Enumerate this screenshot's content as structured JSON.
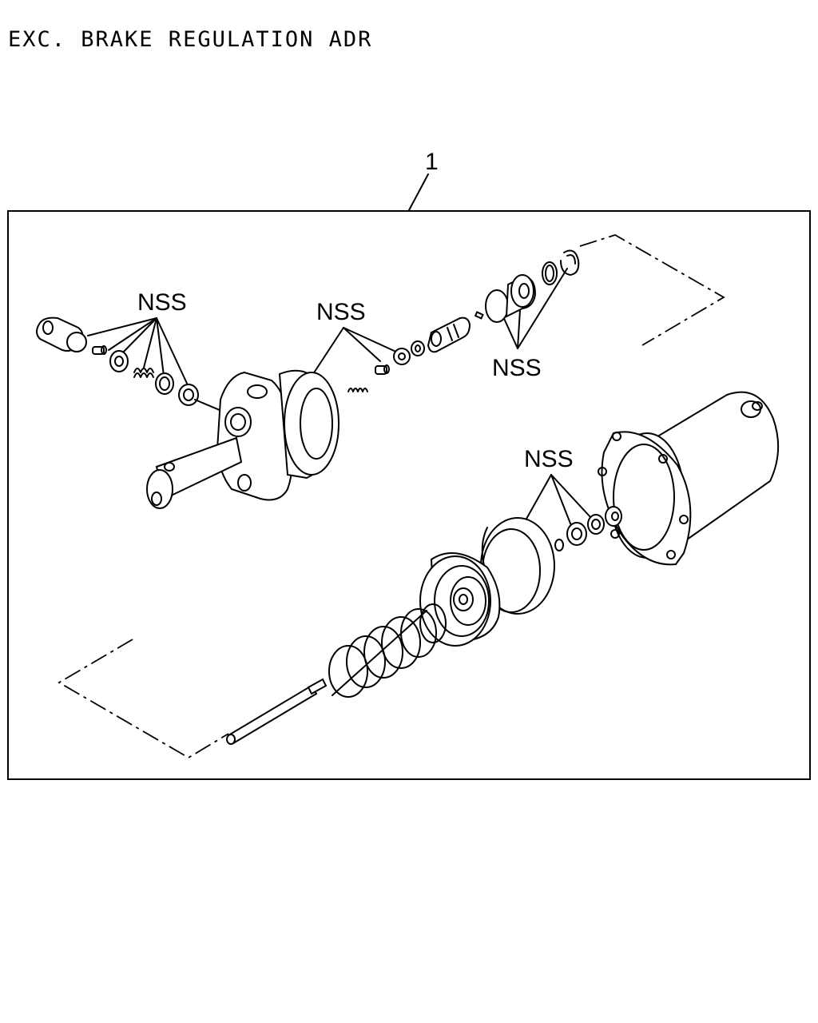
{
  "title": "EXC. BRAKE REGULATION ADR",
  "item_number": "1",
  "callouts": {
    "nss_1": "NSS",
    "nss_2": "NSS",
    "nss_3": "NSS",
    "nss_4": "NSS"
  }
}
